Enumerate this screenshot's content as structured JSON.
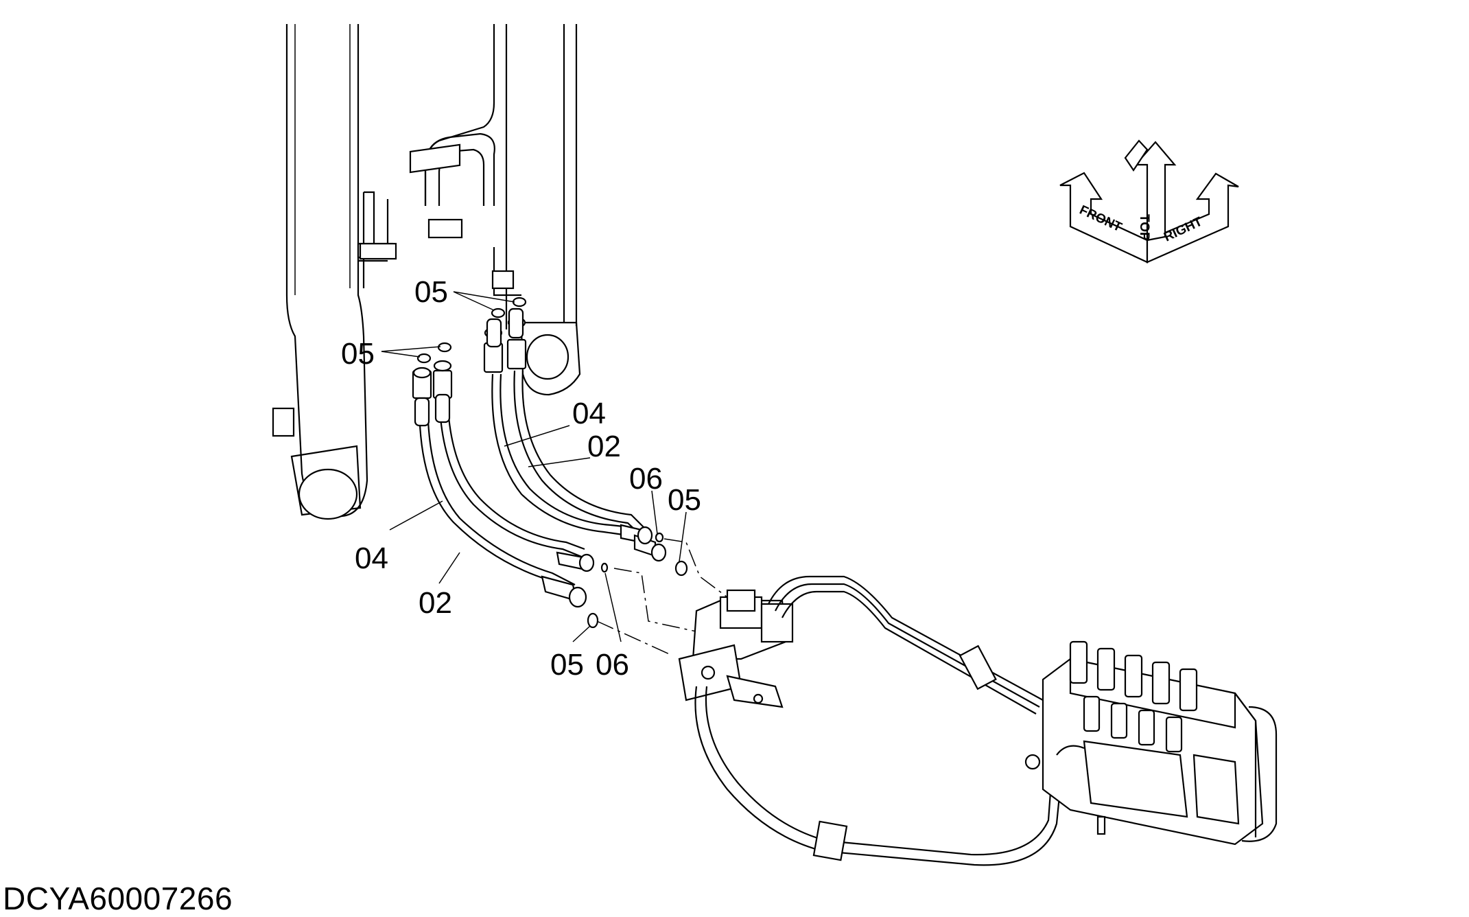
{
  "drawing": {
    "code": "DCYA60007266",
    "labels": {
      "l05a": "05",
      "l05b": "05",
      "l04a": "04",
      "l02a": "02",
      "l06a": "06",
      "l05c": "05",
      "l04b": "04",
      "l02b": "02",
      "l05d": "05",
      "l06b": "06"
    },
    "orientation": {
      "top": "TOP",
      "front": "FRONT",
      "right": "RIGHT"
    }
  }
}
